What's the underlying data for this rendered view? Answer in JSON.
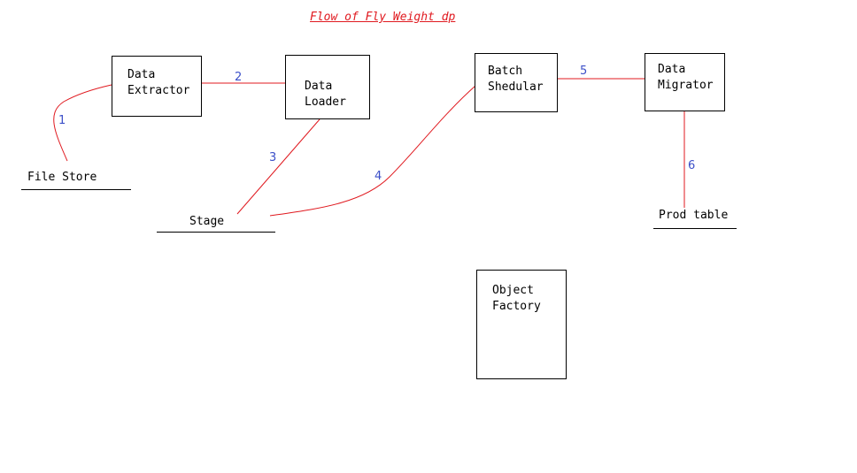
{
  "title": "Flow of Fly Weight dp",
  "colors": {
    "connector": "#e0191f",
    "step_number": "#3b4fc8",
    "title": "#e0191f",
    "box_border": "#000000"
  },
  "nodes": {
    "data_extractor": {
      "line1": "Data",
      "line2": "Extractor"
    },
    "data_loader": {
      "line1": "Data",
      "line2": "Loader"
    },
    "batch_scheduler": {
      "line1": "Batch",
      "line2": "Shedular"
    },
    "data_migrator": {
      "line1": "Data",
      "line2": "Migrator"
    },
    "object_factory": {
      "line1": "Object",
      "line2": "Factory"
    }
  },
  "stores": {
    "file_store": "File Store",
    "stage": "Stage",
    "prod_table": "Prod table"
  },
  "steps": {
    "s1": "1",
    "s2": "2",
    "s3": "3",
    "s4": "4",
    "s5": "5",
    "s6": "6"
  }
}
